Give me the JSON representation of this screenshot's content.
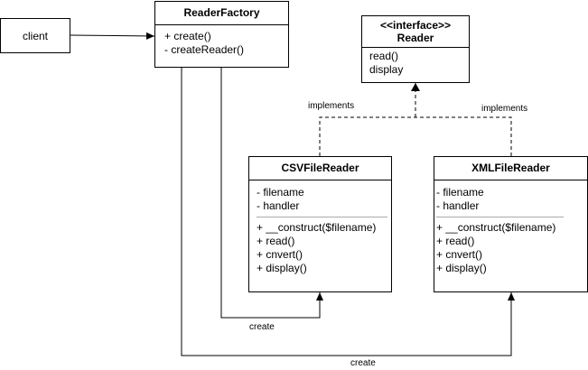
{
  "client": {
    "label": "client"
  },
  "reader_factory": {
    "title": "ReaderFactory",
    "methods": [
      "+ create()",
      "- createReader()"
    ]
  },
  "reader_interface": {
    "stereotype": "<<interface>>",
    "title": "Reader",
    "methods": [
      "read()",
      "display"
    ]
  },
  "csv_reader": {
    "title": "CSVFileReader",
    "attributes": [
      "- filename",
      "- handler"
    ],
    "methods": [
      "+ __construct($filename)",
      "+ read()",
      "+ cnvert()",
      "+ display()"
    ]
  },
  "xml_reader": {
    "title": "XMLFileReader",
    "attributes": [
      "- filename",
      "- handler"
    ],
    "methods": [
      "+ __construct($filename)",
      "+ read()",
      "+ cnvert()",
      "+ display()"
    ]
  },
  "labels": {
    "implements_left": "implements",
    "implements_right": "implements",
    "create_csv": "create",
    "create_xml": "create"
  }
}
